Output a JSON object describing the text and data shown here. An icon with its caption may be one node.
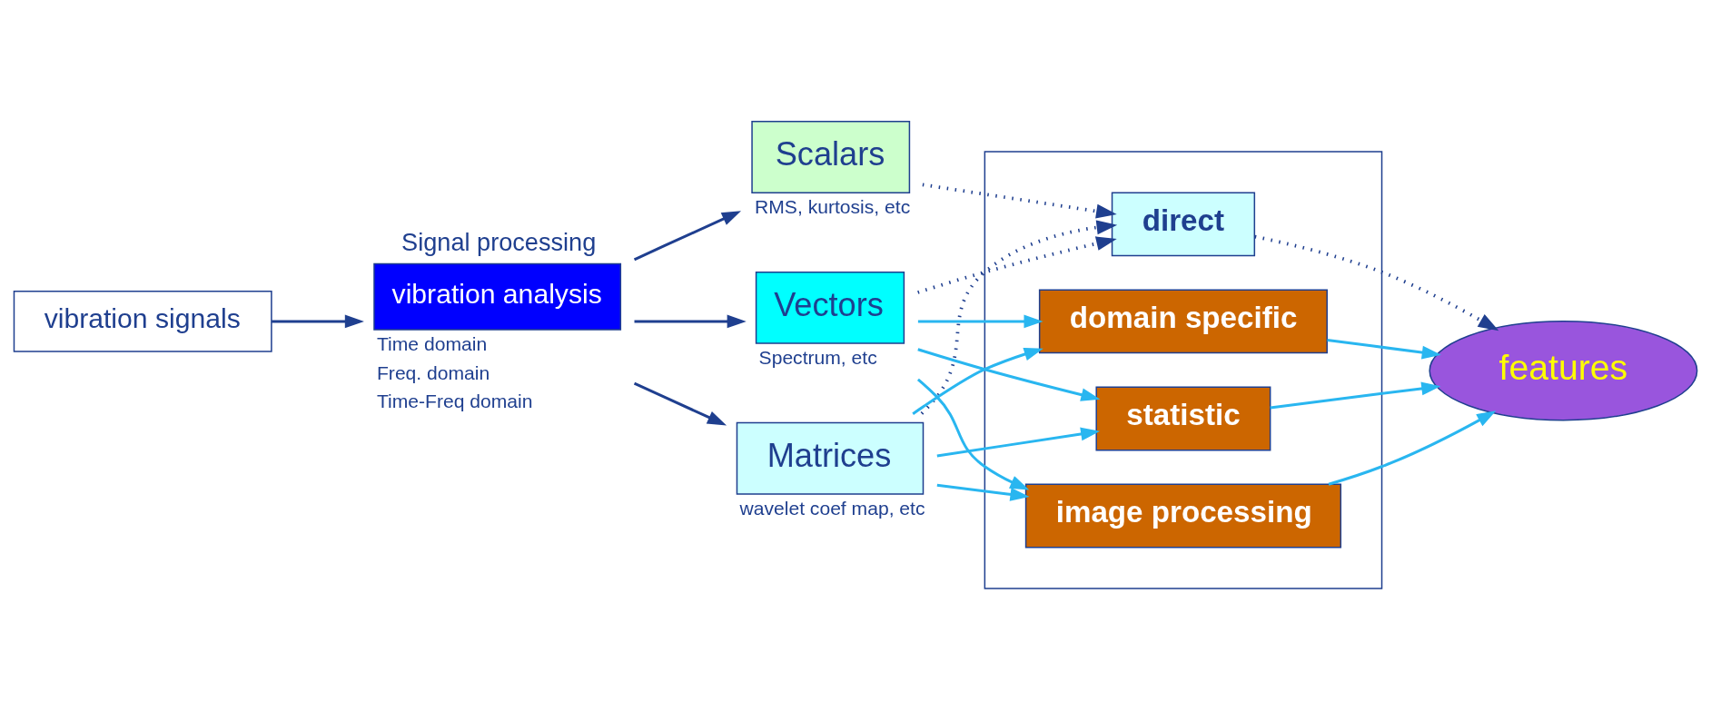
{
  "diagram": {
    "nodes": [
      {
        "text": [
          "vibration signals"
        ]
      },
      {
        "text": [
          "vibration analysis"
        ],
        "beside": [
          "Signal processing",
          "Time domain",
          "Freq. domain",
          "Time-Freq domain"
        ]
      },
      {
        "text": [
          "Scalars"
        ],
        "beside": [
          "RMS, kurtosis, etc"
        ]
      },
      {
        "text": [
          "Vectors"
        ],
        "beside": [
          "Spectrum, etc"
        ]
      },
      {
        "text": [
          "Matrices"
        ],
        "beside": [
          "wavelet coef map, etc"
        ]
      },
      {
        "text": [],
        "shape": "box"
      },
      {
        "text": [
          "direct"
        ],
        "in": 5
      },
      {
        "text": [
          "domain specific"
        ],
        "in": 5
      },
      {
        "text": [
          "statistic"
        ],
        "in": 5
      },
      {
        "text": [
          "image processing"
        ],
        "in": 5
      },
      {
        "text": [
          "features"
        ]
      }
    ],
    "edges": [
      {
        "from": 0,
        "to": 1,
        "arrow": "to",
        "color": "#1f3f8f"
      },
      {
        "from": 1,
        "to": 2,
        "arrow": "to",
        "color": "#1f3f8f"
      },
      {
        "from": 1,
        "to": 3,
        "arrow": "to",
        "color": "#1f3f8f"
      },
      {
        "from": 1,
        "to": 4,
        "arrow": "to",
        "color": "#1f3f8f"
      },
      {
        "from": 2,
        "to": 6,
        "arrow": "to",
        "style": "dashed",
        "color": "#1f3f8f"
      },
      {
        "from": 3,
        "to": 6,
        "arrow": "to",
        "style": "dashed",
        "color": "#1f3f8f"
      },
      {
        "from": 4,
        "to": 6,
        "arrow": "to",
        "style": "dashed",
        "color": "#1f3f8f"
      },
      {
        "from": 6,
        "to": 10,
        "arrow": "to",
        "style": "dashed",
        "color": "#1f3f8f"
      },
      {
        "from": 3,
        "to": 7,
        "arrow": "to"
      },
      {
        "from": 3,
        "to": 8,
        "arrow": "to"
      },
      {
        "from": 3,
        "to": 9,
        "arrow": "to"
      },
      {
        "from": 4,
        "to": 7,
        "arrow": "to"
      },
      {
        "from": 4,
        "to": 8,
        "arrow": "to"
      },
      {
        "from": 4,
        "to": 9,
        "arrow": "to"
      },
      {
        "from": 7,
        "to": 10,
        "arrow": "to"
      },
      {
        "from": 8,
        "to": 10,
        "arrow": "to"
      },
      {
        "from": 9,
        "to": 10,
        "arrow": "to"
      }
    ]
  }
}
